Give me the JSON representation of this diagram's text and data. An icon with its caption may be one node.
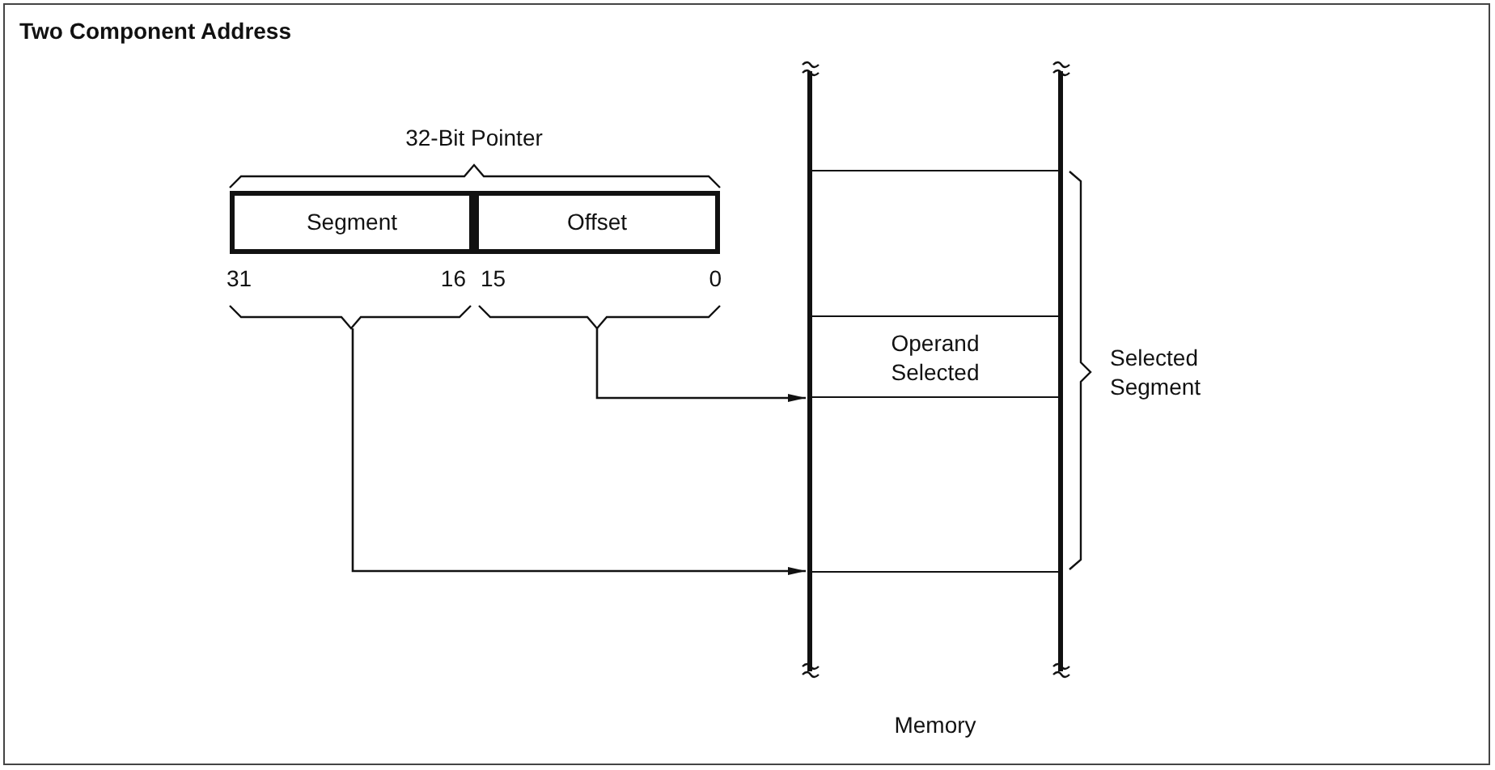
{
  "diagram": {
    "title": "Two Component Address",
    "nodes": [
      {
        "text": [
          "Segment"
        ]
      },
      {
        "text": [
          "Offset"
        ]
      },
      {
        "text": [
          "Memory"
        ]
      },
      {
        "text": [
          "Operand Selected"
        ],
        "in": 2
      }
    ],
    "edges": [
      {
        "from": 1,
        "to": 3,
        "arrow": "to"
      },
      {
        "from": 0,
        "to": 2,
        "arrow": "to"
      }
    ],
    "labels": [
      "32-Bit Pointer",
      "31",
      "16",
      "15",
      "0",
      "Selected Segment"
    ]
  }
}
